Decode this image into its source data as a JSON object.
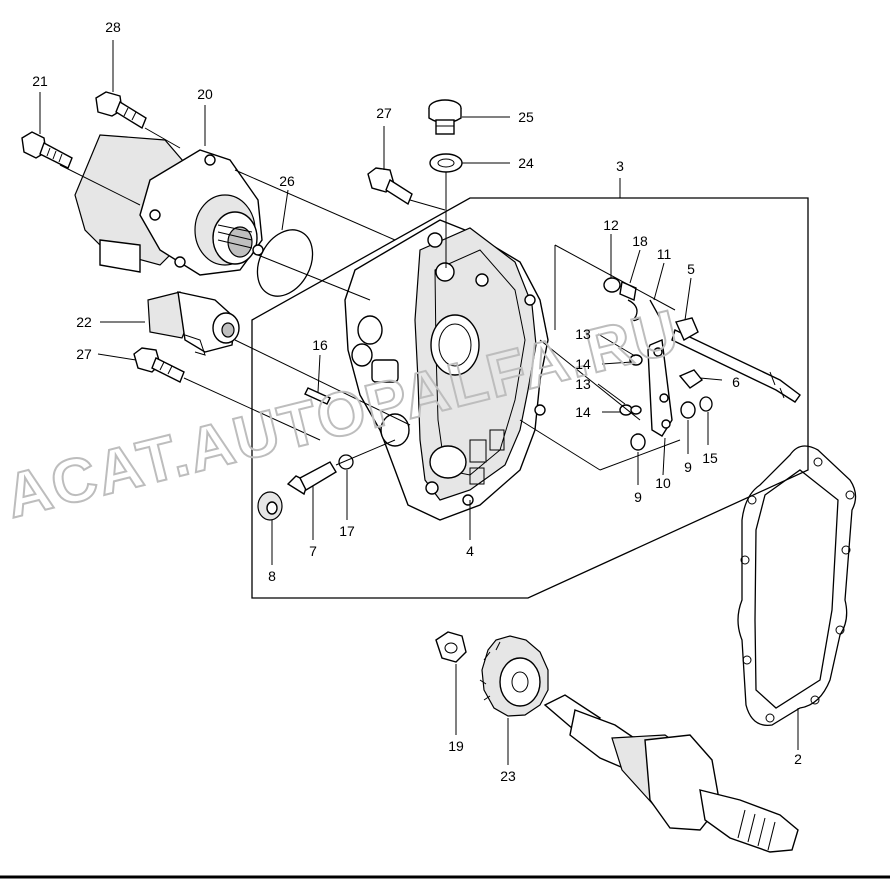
{
  "watermark": "ACAT.AUTOPALFA.RU",
  "callouts": [
    {
      "id": "c28",
      "text": "28"
    },
    {
      "id": "c21",
      "text": "21"
    },
    {
      "id": "c20",
      "text": "20"
    },
    {
      "id": "c27a",
      "text": "27"
    },
    {
      "id": "c25",
      "text": "25"
    },
    {
      "id": "c24",
      "text": "24"
    },
    {
      "id": "c3",
      "text": "3"
    },
    {
      "id": "c26",
      "text": "26"
    },
    {
      "id": "c12",
      "text": "12"
    },
    {
      "id": "c18",
      "text": "18"
    },
    {
      "id": "c11",
      "text": "11"
    },
    {
      "id": "c5",
      "text": "5"
    },
    {
      "id": "c22",
      "text": "22"
    },
    {
      "id": "c27b",
      "text": "27"
    },
    {
      "id": "c16",
      "text": "16"
    },
    {
      "id": "c13a",
      "text": "13"
    },
    {
      "id": "c14a",
      "text": "14"
    },
    {
      "id": "c13b",
      "text": "13"
    },
    {
      "id": "c14b",
      "text": "14"
    },
    {
      "id": "c6",
      "text": "6"
    },
    {
      "id": "c9a",
      "text": "9"
    },
    {
      "id": "c10",
      "text": "10"
    },
    {
      "id": "c9b",
      "text": "9"
    },
    {
      "id": "c15",
      "text": "15"
    },
    {
      "id": "c17",
      "text": "17"
    },
    {
      "id": "c7",
      "text": "7"
    },
    {
      "id": "c8",
      "text": "8"
    },
    {
      "id": "c4",
      "text": "4"
    },
    {
      "id": "c19",
      "text": "19"
    },
    {
      "id": "c23",
      "text": "23"
    },
    {
      "id": "c2",
      "text": "2"
    }
  ]
}
